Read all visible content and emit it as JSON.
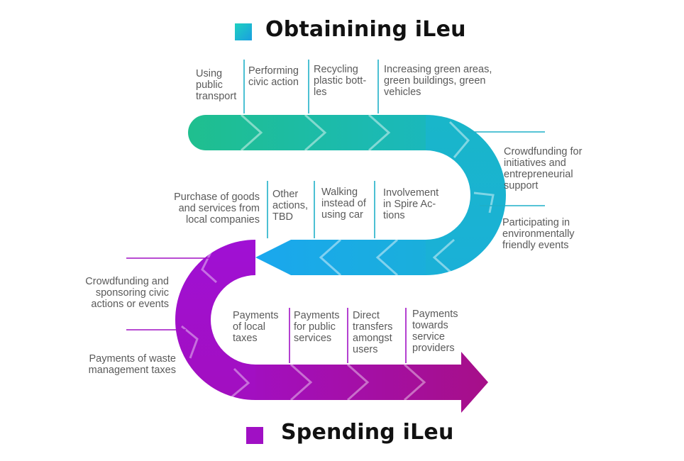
{
  "titles": {
    "obtaining": "Obtainining iLeu",
    "spending": "Spending iLeu"
  },
  "colors": {
    "green": "#1fbf8f",
    "teal": "#19b6c9",
    "blue": "#1aa7e6",
    "violet": "#9e0fd0",
    "magenta": "#a60f8a",
    "obtaining_square": "#1fb0c8",
    "spending_square": "#a010c4"
  },
  "obtaining_labels": {
    "public_transport": "Using\npublic\ntransport",
    "civic_action": "Performing\ncivic action",
    "recycling": "Recycling\nplastic bott-\nles",
    "green_areas": "Increasing green areas,\ngreen buildings, green\nvehicles",
    "crowdfunding_initiatives": "Crowdfunding for\ninitiatives and\nentrepreneurial\nsupport",
    "eco_events": "Participating in\nenvironmentally\nfriendly events",
    "spire_actions": "Involvement\nin Spire Ac-\ntions",
    "walking": "Walking\ninstead of\nusing car",
    "other_actions": "Other\nactions,\nTBD",
    "local_goods": "Purchase of goods\nand services from\nlocal companies"
  },
  "spending_labels": {
    "crowdfunding_civic": "Crowdfunding and\nsponsoring civic\nactions or events",
    "waste_taxes": "Payments of waste\nmanagement taxes",
    "local_taxes": "Payments\nof local\ntaxes",
    "public_services": "Payments\nfor public\nservices",
    "direct_transfers": "Direct\ntransfers\namongst\nusers",
    "service_providers": "Payments\ntowards\nservice\nproviders"
  }
}
